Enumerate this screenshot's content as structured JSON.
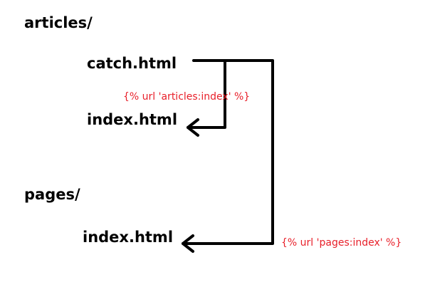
{
  "folders": {
    "articles": {
      "label": "articles/",
      "files": {
        "catch": "catch.html",
        "index": "index.html"
      }
    },
    "pages": {
      "label": "pages/",
      "files": {
        "index": "index.html"
      }
    }
  },
  "links": {
    "to_articles_index": "{% url 'articles:index' %}",
    "to_pages_index": "{% url 'pages:index' %}"
  },
  "colors": {
    "text": "#000000",
    "annotation": "#e8202a",
    "arrow": "#000000"
  }
}
